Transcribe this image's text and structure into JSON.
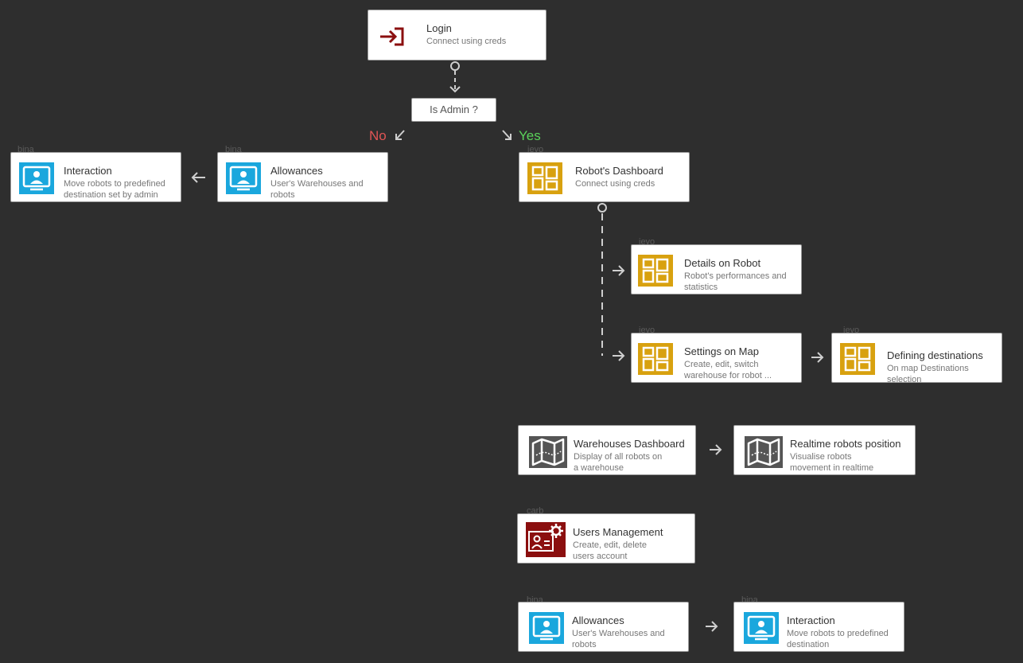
{
  "colors": {
    "background": "#2e2e2e",
    "red_icon": "#8b0f0f",
    "blue_icon": "#1aa7dd",
    "gold_icon": "#d8a10f",
    "grey_icon": "#555555",
    "no": "#e05555",
    "yes": "#5ad35a"
  },
  "decision": {
    "label": "Is Admin ?",
    "no": "No",
    "yes": "Yes"
  },
  "nodes": {
    "login": {
      "title": "Login",
      "subtitle": "Connect using creds",
      "icon": "login-icon"
    },
    "interaction_left": {
      "title": "Interaction",
      "subtitle": "Move robots to predefined\ndestination set by admin",
      "icon": "monitor-user-icon",
      "tag": "bina"
    },
    "allowances_left": {
      "title": "Allowances",
      "subtitle": "User's Warehouses and\n robots",
      "icon": "monitor-user-icon",
      "tag": "bina"
    },
    "robots_dashboard": {
      "title": "Robot's Dashboard",
      "subtitle": "Connect using creds",
      "icon": "dashboard-icon",
      "tag": "jeyo"
    },
    "details_robot": {
      "title": "Details on Robot",
      "subtitle": "Robot's performances and\nstatistics",
      "icon": "dashboard-icon",
      "tag": "jeyo"
    },
    "settings_map": {
      "title": "Settings on Map",
      "subtitle": "Create, edit, switch\nwarehouse for robot ...",
      "icon": "dashboard-icon",
      "tag": "jeyo"
    },
    "defining_destinations": {
      "title": "Defining destinations",
      "subtitle": "On map Destinations\nselection",
      "icon": "dashboard-icon",
      "tag": "jeyo"
    },
    "warehouses_dashboard": {
      "title": "Warehouses Dashboard",
      "subtitle": "Display of all robots on\na warehouse",
      "icon": "map-icon"
    },
    "realtime_position": {
      "title": "Realtime robots position",
      "subtitle": "Visualise robots\nmovement in realtime",
      "icon": "map-icon"
    },
    "users_management": {
      "title": "Users Management",
      "subtitle": "Create, edit, delete\nusers account",
      "icon": "user-settings-icon",
      "tag": "carb"
    },
    "allowances_bottom": {
      "title": "Allowances",
      "subtitle": "User's Warehouses and\n robots",
      "icon": "monitor-user-icon",
      "tag": "bina"
    },
    "interaction_bottom": {
      "title": "Interaction",
      "subtitle": "Move robots to predefined\ndestination",
      "icon": "monitor-user-icon",
      "tag": "bina"
    }
  }
}
